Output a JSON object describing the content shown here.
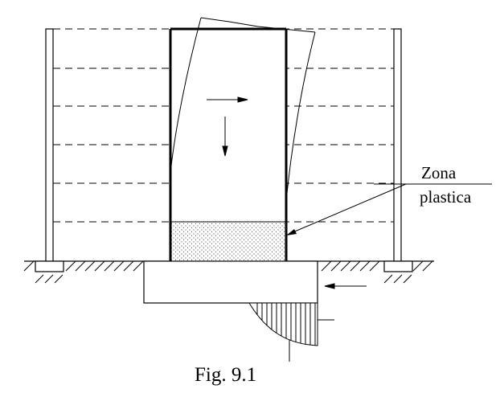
{
  "figure": {
    "label_line1": "Zona",
    "label_line2": "plastica",
    "caption": "Fig. 9.1"
  }
}
